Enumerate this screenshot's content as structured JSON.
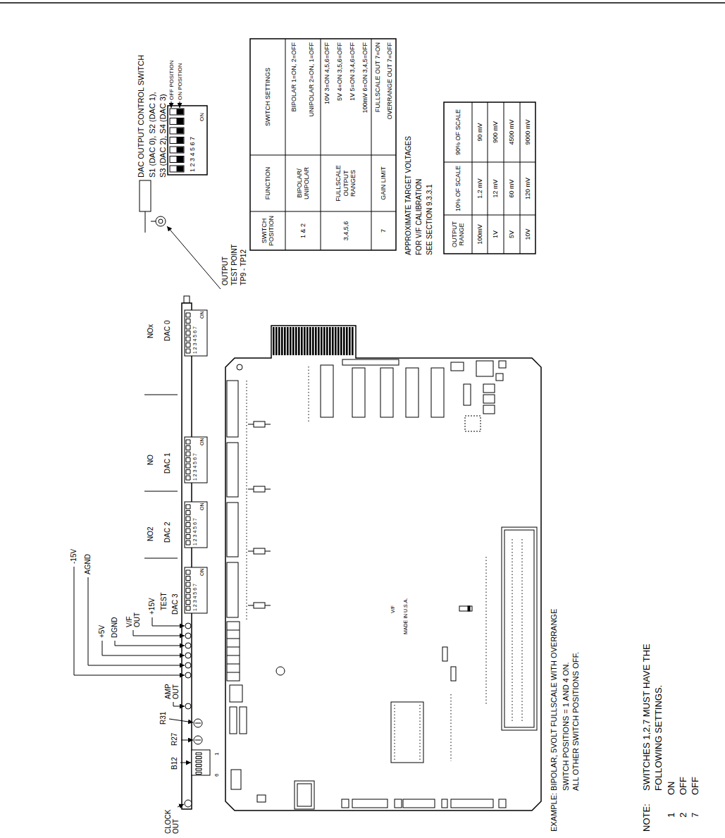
{
  "diagram": {
    "labels": [
      "DAC OUTPUT CONTROL SWITCH",
      "S1 (DAC 0), S2 (DAC 1),",
      "S3 (DAC 2), S4 (DAC 3)",
      "OFF POSITION",
      "ON POSITION",
      "1 2 3 4 5 6 7",
      "ON",
      "OUTPUT",
      "TEST POINT",
      "TP9 - TP12",
      "SWITCH POSITION",
      "FUNCTION",
      "SWITCH SETTINGS",
      "1 & 2",
      "BIPOLAR/ UNIPOLAR",
      "BIPOLAR 1=ON, 2=OFF",
      "UNIPOLAR 2=ON, 1=OFF",
      "3,4,5,6",
      "FULLSCALE OUTPUT RANGES",
      "10V 3=ON 4,5,6=OFF",
      "5V 4=ON 3,5,6=OFF",
      "1V 5=ON 3,4,6=OFF",
      "100mV 6=ON 3,4,5=OFF",
      "7",
      "GAIN LIMIT",
      "FULLSCALE OUT 7=ON",
      "OVERRANGE OUT 7=OFF",
      "APPROXIMATE TARGET VOLTAGES",
      "FOR V/F CALIBRATION",
      "SEE SECTION 9.3.3.1",
      "OUTPUT RANGE",
      "10% OF SCALE",
      "90% OF SCALE",
      "100mV",
      "1.2 mV",
      "90 mV",
      "1V",
      "12 mV",
      "900 mV",
      "5V",
      "60 mV",
      "4500 mV",
      "10V",
      "120 mV",
      "9000 mV",
      "NOx",
      "DAC 0",
      "NO",
      "DAC 1",
      "NO2",
      "DAC 2",
      "+15V",
      "TEST",
      "DAC 3",
      "-15V",
      "AGND",
      "+5V",
      "DGND",
      "V/F OUT",
      "AMP OUT",
      "R31",
      "R27",
      "B12",
      "1",
      "6",
      "CLOCK OUT",
      "1 2 3 4 5 6 7",
      "ON",
      "1 2 3 4 5 6 7",
      "ON",
      "1 2 3 4 5 6 7",
      "ON",
      "1 2 3 4 5 6 7",
      "ON",
      "V/F",
      "MADE IN U.S.A.",
      "EXAMPLE: BIPOLAR, 5VOLT FULLSCALE WITH OVERRANGE",
      "SWITCH POSITIONS = 1 AND 4 ON.",
      "ALL OTHER SWITCH POSITIONS OFF.",
      "NOTE:",
      "SWITCHES 1,2,7 MUST HAVE THE",
      "FOLLOWING SETTINGS.",
      "1",
      "ON",
      "2",
      "OFF",
      "7",
      "OFF"
    ]
  }
}
